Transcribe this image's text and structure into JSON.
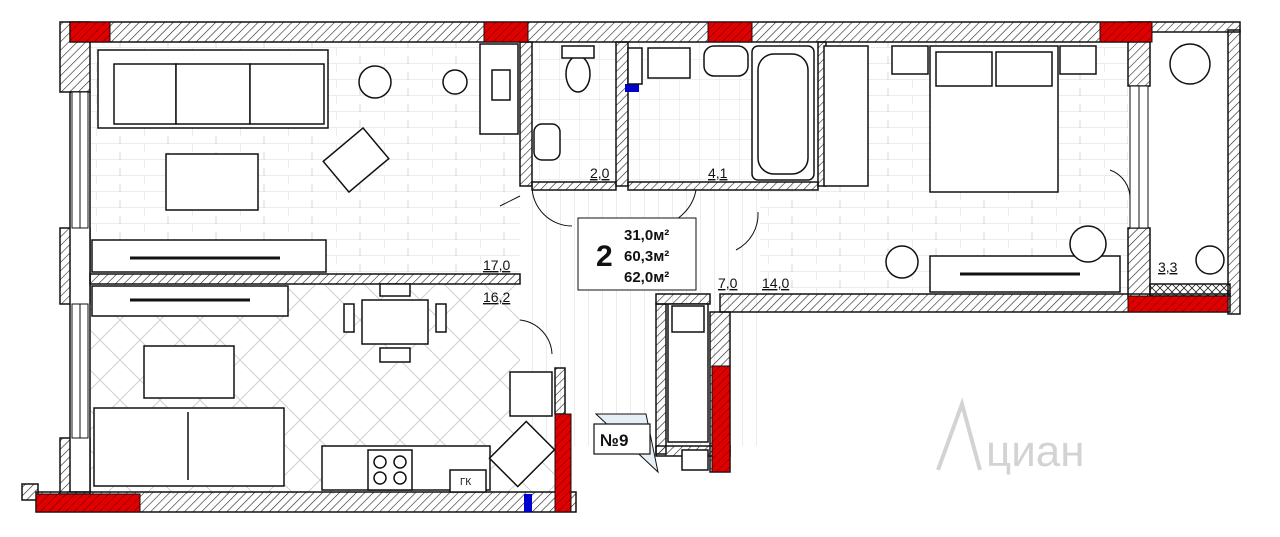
{
  "summary": {
    "rooms": "2",
    "living_area": "31,0м²",
    "total_area": "60,3м²",
    "total_area_with_balcony": "62,0м²"
  },
  "apartment_number": "№9",
  "room_areas": {
    "living_room": "17,0",
    "kitchen": "16,2",
    "toilet": "2,0",
    "bathroom": "4,1",
    "hallway": "7,0",
    "bedroom": "14,0",
    "balcony": "3,3"
  },
  "labels": {
    "gas_boiler": "ГК"
  },
  "watermark": "циан",
  "colors": {
    "wall_hatch": "#222222",
    "load_bearing": "#e00000",
    "riser": "#0000cc",
    "floor_tile": "#e6e6e6"
  }
}
